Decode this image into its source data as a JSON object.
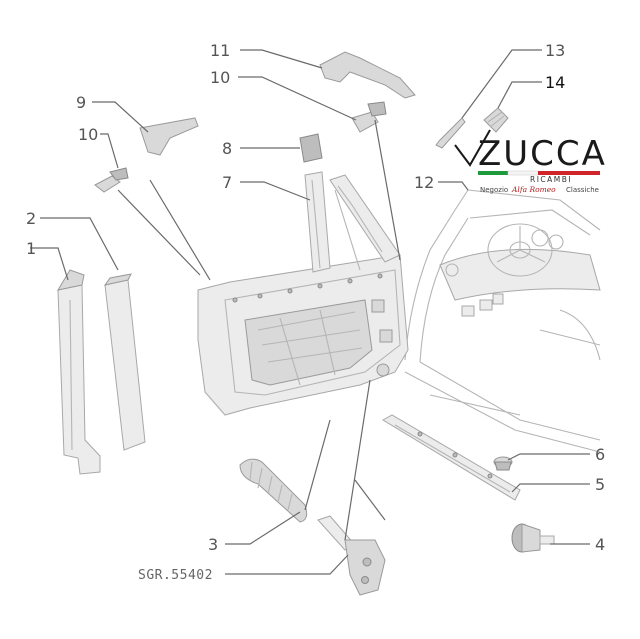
{
  "diagram": {
    "callouts": [
      {
        "id": "1",
        "label": "1"
      },
      {
        "id": "2",
        "label": "2"
      },
      {
        "id": "3",
        "label": "3"
      },
      {
        "id": "4",
        "label": "4"
      },
      {
        "id": "5",
        "label": "5"
      },
      {
        "id": "6",
        "label": "6"
      },
      {
        "id": "7",
        "label": "7"
      },
      {
        "id": "8",
        "label": "8"
      },
      {
        "id": "9",
        "label": "9"
      },
      {
        "id": "10a",
        "label": "10"
      },
      {
        "id": "10b",
        "label": "10"
      },
      {
        "id": "11",
        "label": "11"
      },
      {
        "id": "12",
        "label": "12"
      },
      {
        "id": "13",
        "label": "13"
      },
      {
        "id": "14",
        "label": "14"
      }
    ],
    "reference_code": "SGR.55402"
  },
  "brand": {
    "name": "ZUCCA",
    "subtitle": "RICAMBI",
    "tagline_left": "Negozio",
    "tagline_mid": "Alfa Romeo",
    "tagline_right": "Classiche",
    "flag_colors": [
      "#1e9a3c",
      "#ffffff",
      "#d1232a"
    ]
  }
}
